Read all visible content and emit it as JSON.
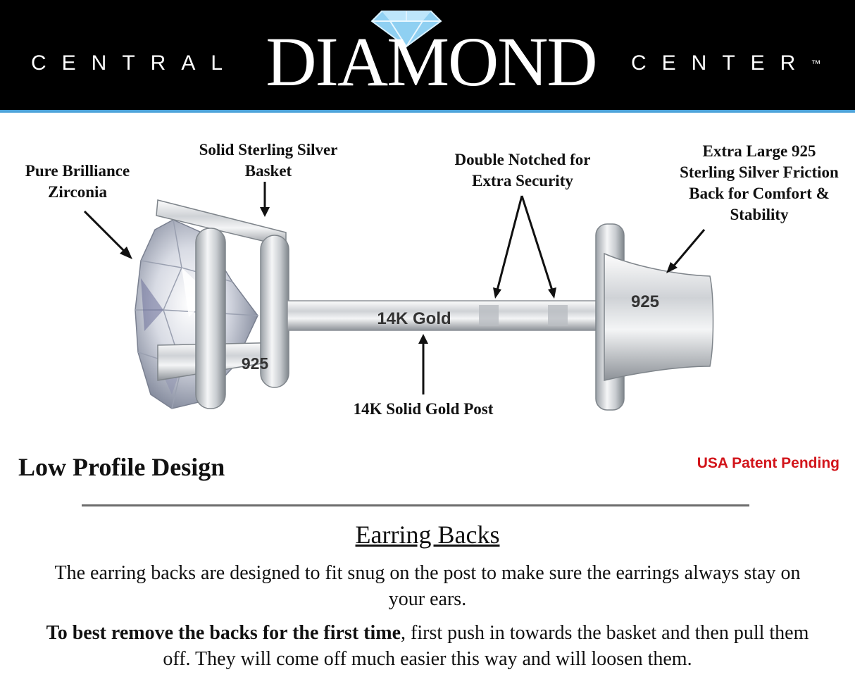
{
  "brand": {
    "left": "CENTRAL",
    "main": "DIAMOND",
    "right": "CENTER",
    "trademark": "™",
    "accent_color": "#4da3d9"
  },
  "callouts": {
    "stone": "Pure Brilliance Zirconia",
    "basket": "Solid Sterling Silver Basket",
    "notch": "Double Notched for Extra Security",
    "back": "Extra Large 925 Sterling Silver Friction Back for Comfort & Stability",
    "post": "14K Solid Gold Post"
  },
  "engravings": {
    "post": "14K Gold",
    "basket": "925",
    "back": "925"
  },
  "low_profile": "Low Profile Design",
  "patent": "USA Patent Pending",
  "patent_color": "#d2151b",
  "section": {
    "title": "Earring Backs",
    "para1": "The earring backs are designed to fit snug on the post to make sure the earrings always stay on your ears.",
    "para2_bold": "To best remove the backs for the first time",
    "para2_rest": ", first push in towards the basket and then pull them off. They will come off much easier this way and will loosen them."
  }
}
